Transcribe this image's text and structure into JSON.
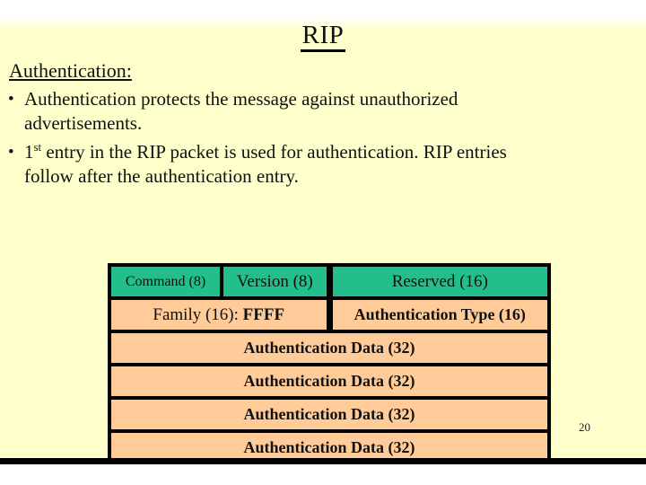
{
  "colors": {
    "background": "#FFFFCC",
    "top_band": "#FFFFFF",
    "header_cell": "#22BE8C",
    "body_cell": "#FFCC99",
    "border": "#000000",
    "bottom_bar": "#000000",
    "text": "#111111"
  },
  "slide": {
    "title": "RIP",
    "heading": "Authentication:",
    "bullet_glyph": "•",
    "bullet1_line1": "Authentication protects the message against unauthorized",
    "bullet1_line2": "advertisements.",
    "bullet2_line1_pre": "1",
    "bullet2_line1_sup": "st",
    "bullet2_line1_post": " entry in the RIP packet is used for authentication. RIP entries",
    "bullet2_line2": "follow after the authentication entry.",
    "page_number": "20"
  },
  "diagram": {
    "header_row": [
      "Command (8)",
      "Version (8)",
      "Reserved (16)"
    ],
    "family_label": "Family (16): ",
    "family_value": "FFFF",
    "auth_type": "Authentication Type (16)",
    "data_rows": [
      "Authentication Data (32)",
      "Authentication Data (32)",
      "Authentication Data (32)",
      "Authentication Data (32)"
    ]
  }
}
